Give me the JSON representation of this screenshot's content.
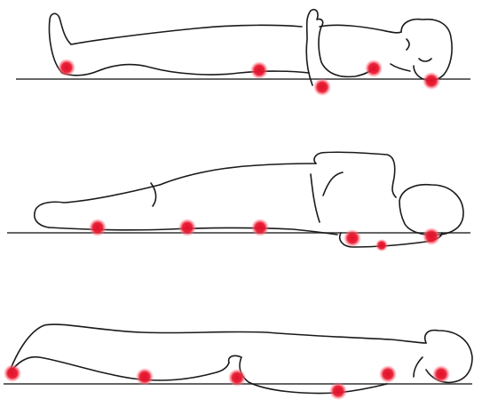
{
  "colors": {
    "background": "#ffffff",
    "outline": "#1a1a1a",
    "ground": "#333333",
    "pressure_point_core": "#e0102a",
    "pressure_point_glow": "#ff6b7a"
  },
  "figures": [
    {
      "id": "supine",
      "pressure_points": [
        "heel",
        "sacrum",
        "elbow",
        "shoulder-blade",
        "back-of-head"
      ]
    },
    {
      "id": "side-lying",
      "pressure_points": [
        "ankle",
        "knee",
        "hip",
        "shoulder",
        "ear"
      ]
    },
    {
      "id": "prone",
      "pressure_points": [
        "toes",
        "knee",
        "elbow",
        "breast",
        "shoulder",
        "cheek"
      ]
    }
  ]
}
